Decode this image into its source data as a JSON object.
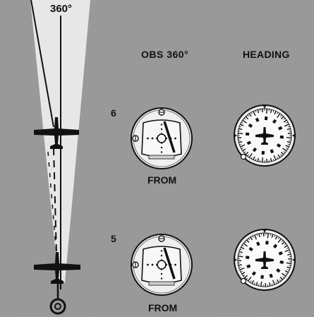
{
  "course_label": "360°",
  "obs_header": "OBS 360°",
  "heading_header": "HEADING",
  "positions": [
    {
      "number": "6",
      "to_from": "FROM"
    },
    {
      "number": "5",
      "to_from": "FROM"
    }
  ],
  "colors": {
    "background": "#9c9c9c",
    "beam": "#e6e6e6",
    "ink": "#111111",
    "dial_face": "#efefef"
  },
  "icons": [
    "airplane-icon",
    "vor-station-icon",
    "heading-indicator-icon",
    "course-deviation-indicator-icon"
  ]
}
